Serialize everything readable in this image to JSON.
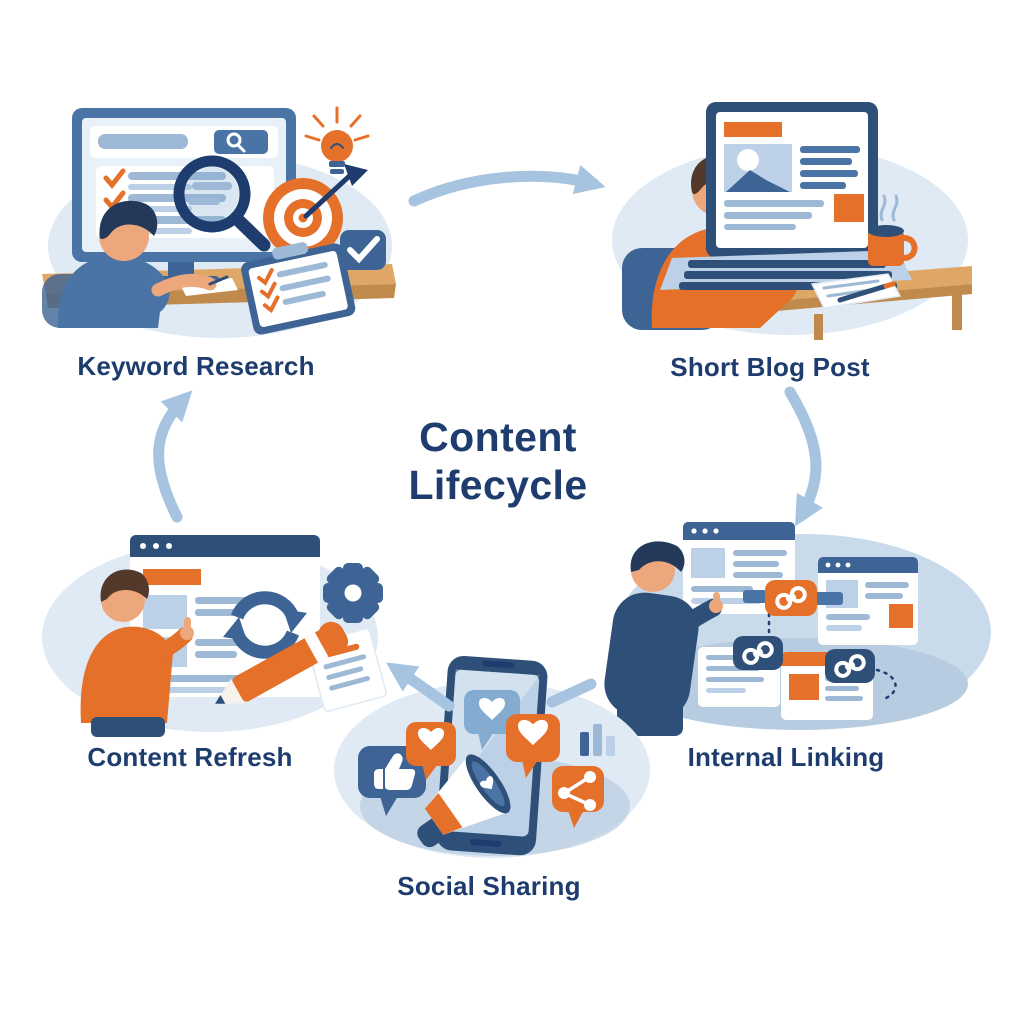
{
  "diagram": {
    "title": "Content Lifecycle",
    "type": "cycle",
    "stages": [
      {
        "id": "keyword-research",
        "label": "Keyword Research",
        "elements": [
          "person-at-desk",
          "desktop-monitor",
          "search-bar",
          "checklist-results",
          "magnifying-glass-icon",
          "target-with-dart-icon",
          "lightbulb-icon",
          "checkmark-badge-icon",
          "clipboard-checklist"
        ]
      },
      {
        "id": "short-blog-post",
        "label": "Short Blog Post",
        "elements": [
          "person-typing",
          "laptop",
          "blog-post-layout",
          "coffee-mug",
          "notepad-and-pen",
          "office-chair"
        ]
      },
      {
        "id": "internal-linking",
        "label": "Internal Linking",
        "elements": [
          "person-pointing",
          "webpage-cards",
          "link-badge-icons",
          "dotted-connectors"
        ]
      },
      {
        "id": "social-sharing",
        "label": "Social Sharing",
        "elements": [
          "smartphone",
          "megaphone",
          "heart-reaction-bubbles",
          "thumbs-up-bubble",
          "share-bubble",
          "bar-chart-icon"
        ]
      },
      {
        "id": "content-refresh",
        "label": "Content Refresh",
        "elements": [
          "person-pointing",
          "browser-window",
          "refresh-arrows-icon",
          "gear-icon",
          "pencil",
          "document"
        ]
      }
    ],
    "connections": [
      {
        "from": "keyword-research",
        "to": "short-blog-post"
      },
      {
        "from": "short-blog-post",
        "to": "internal-linking"
      },
      {
        "from": "internal-linking",
        "to": "social-sharing"
      },
      {
        "from": "social-sharing",
        "to": "content-refresh"
      },
      {
        "from": "content-refresh",
        "to": "keyword-research"
      }
    ]
  },
  "colors": {
    "ink": "#1e3d6e",
    "deep": "#2e4f78",
    "frame": "#3d6494",
    "blue": "#4a74a6",
    "steel": "#9db9d6",
    "sky": "#bcd1e7",
    "screen": "#e9f1f8",
    "mist": "#dfeaf4",
    "cloud": "#c9dbeb",
    "slate": "#b7cce0",
    "azure": "#84abd0",
    "orange": "#e4702a",
    "skin": "#eda77d",
    "hair": "#24395a",
    "brown": "#53392a",
    "wood": "#dfa765",
    "woodDark": "#c08a4c",
    "paper": "#f7f3ec",
    "arrow": "#a6c3e0",
    "background": "#ffffff"
  }
}
